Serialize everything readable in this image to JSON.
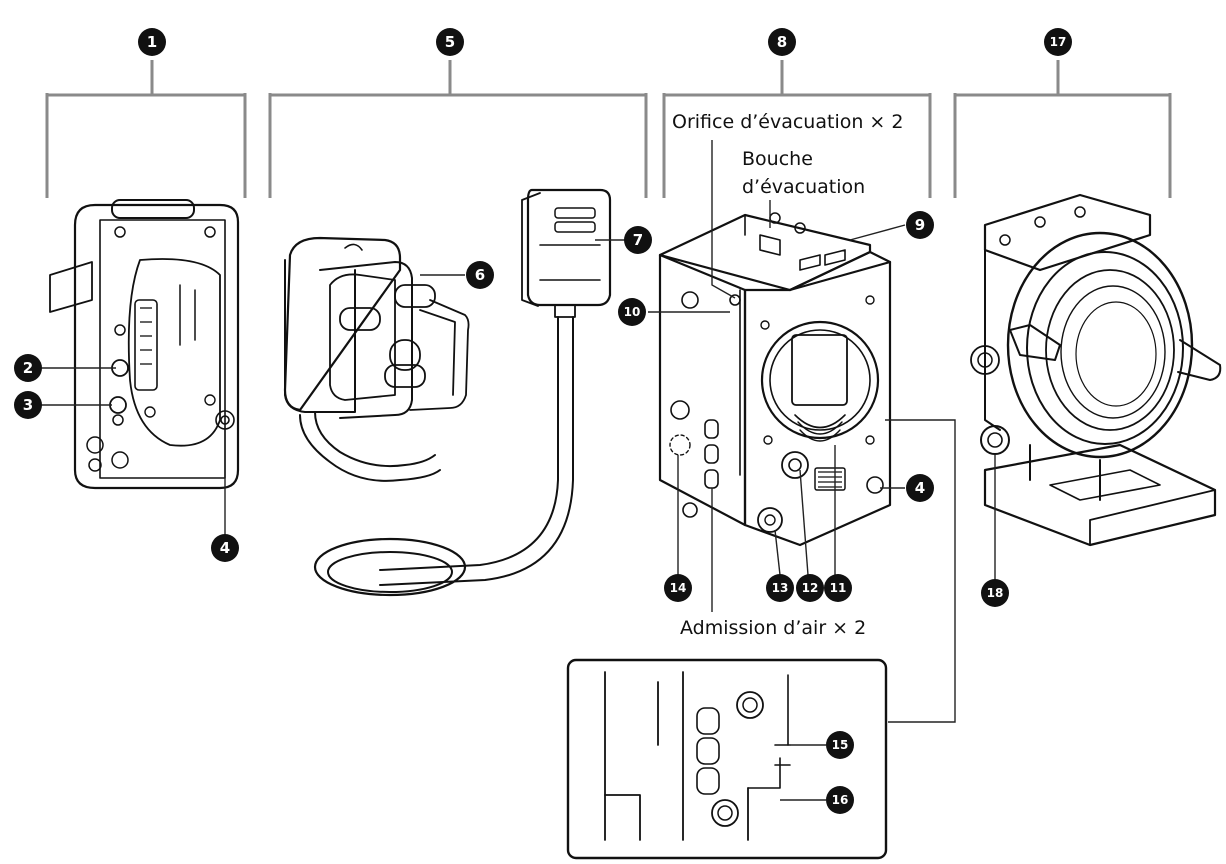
{
  "callouts": [
    {
      "id": "c1",
      "number": "1"
    },
    {
      "id": "c2",
      "number": "2"
    },
    {
      "id": "c3",
      "number": "3"
    },
    {
      "id": "c4a",
      "number": "4"
    },
    {
      "id": "c4b",
      "number": "4"
    },
    {
      "id": "c5",
      "number": "5"
    },
    {
      "id": "c6",
      "number": "6"
    },
    {
      "id": "c7",
      "number": "7"
    },
    {
      "id": "c8",
      "number": "8"
    },
    {
      "id": "c9",
      "number": "9"
    },
    {
      "id": "c10",
      "number": "10"
    },
    {
      "id": "c11",
      "number": "11"
    },
    {
      "id": "c12",
      "number": "12"
    },
    {
      "id": "c13",
      "number": "13"
    },
    {
      "id": "c14",
      "number": "14"
    },
    {
      "id": "c15",
      "number": "15"
    },
    {
      "id": "c16",
      "number": "16"
    },
    {
      "id": "c17",
      "number": "17"
    },
    {
      "id": "c18",
      "number": "18"
    }
  ],
  "labels": {
    "exhaust_port": "Orifice d’évacuation × 2",
    "exhaust_vent_line1": "Bouche",
    "exhaust_vent_line2": "d’évacuation",
    "air_intake": "Admission d’air × 2"
  },
  "colors": {
    "bracket": "#8a8a8a",
    "callout_fill": "#111111",
    "line": "#111111"
  }
}
